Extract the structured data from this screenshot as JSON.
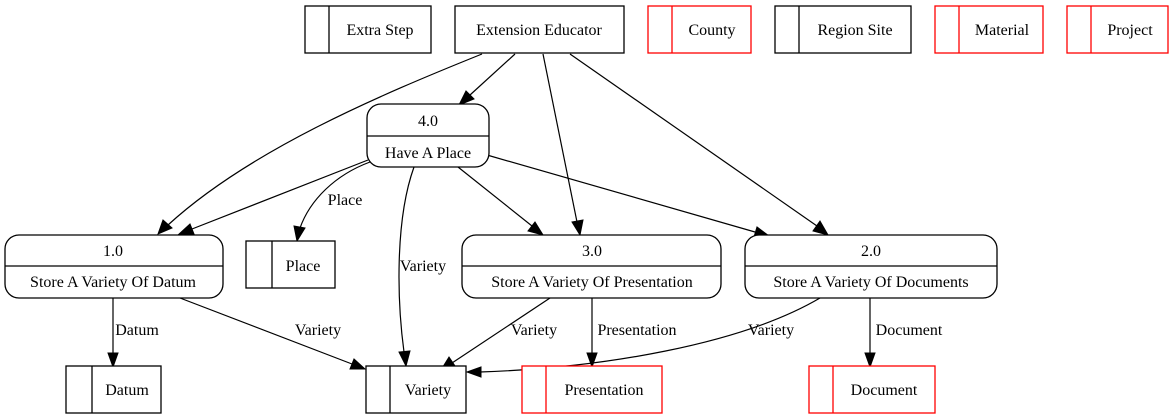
{
  "colors": {
    "normal": "#000000",
    "highlight": "#ff0000"
  },
  "externals": {
    "extra_step": "Extra Step",
    "extension_educator": "Extension Educator",
    "county": "County",
    "region_site": "Region Site",
    "material": "Material",
    "project": "Project"
  },
  "processes": {
    "p4": {
      "id": "4.0",
      "name": "Have A Place"
    },
    "p1": {
      "id": "1.0",
      "name": "Store A Variety Of Datum"
    },
    "p3": {
      "id": "3.0",
      "name": "Store A Variety Of Presentation"
    },
    "p2": {
      "id": "2.0",
      "name": "Store A Variety Of Documents"
    }
  },
  "stores": {
    "place": "Place",
    "datum": "Datum",
    "variety": "Variety",
    "presentation": "Presentation",
    "document": "Document"
  },
  "edge_labels": {
    "place": "Place",
    "variety_p4": "Variety",
    "datum": "Datum",
    "variety_p1": "Variety",
    "variety_p3": "Variety",
    "presentation": "Presentation",
    "variety_p2": "Variety",
    "document": "Document"
  }
}
